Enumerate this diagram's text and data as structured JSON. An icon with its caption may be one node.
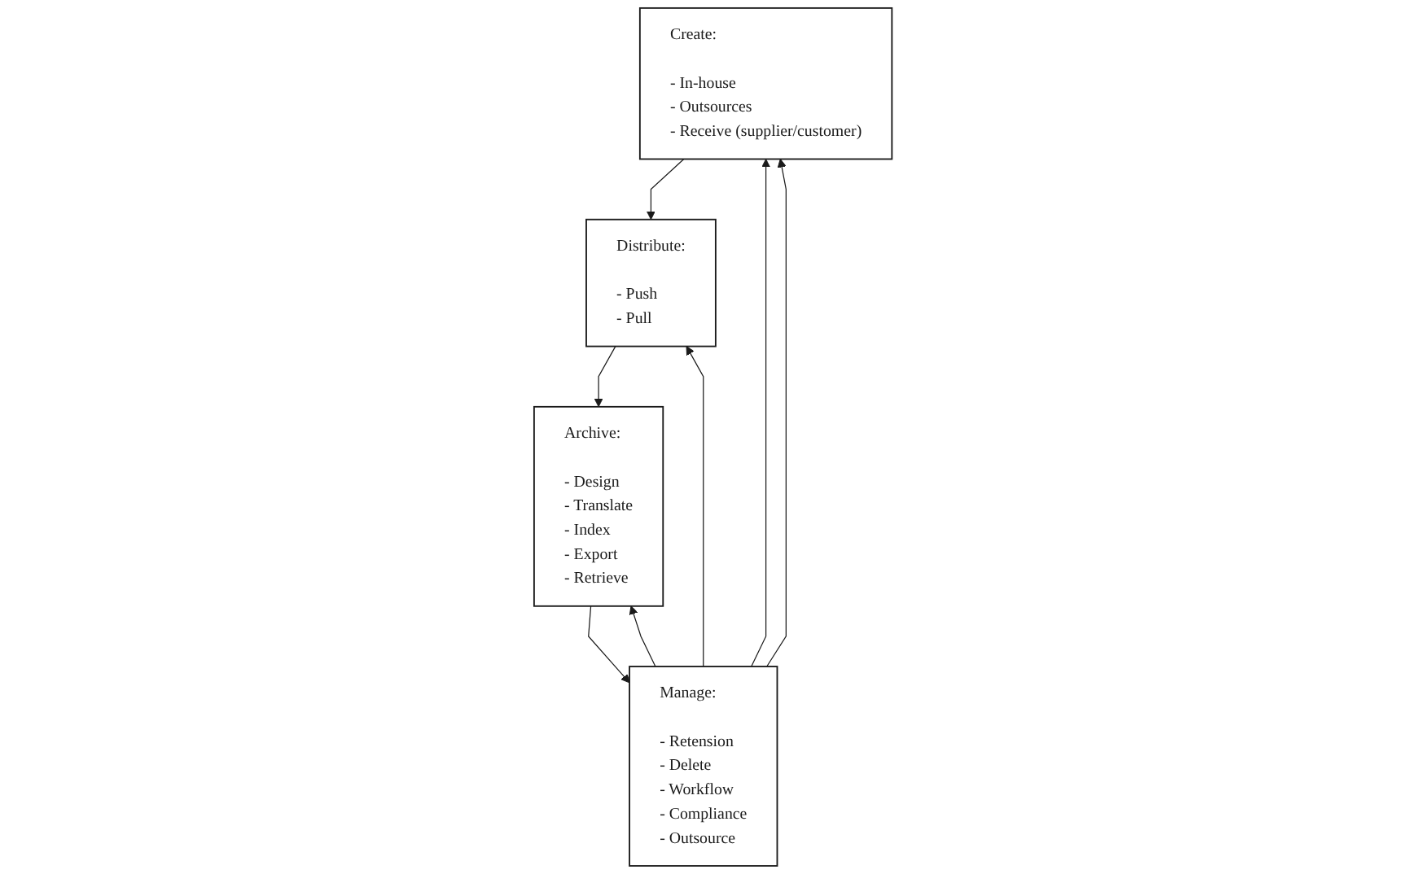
{
  "diagram": {
    "nodes": [
      {
        "text": [
          "Create:",
          "- In-house",
          "- Outsources",
          "- Receive (supplier/customer)"
        ]
      },
      {
        "text": [
          "Distribute:",
          "- Push",
          "- Pull"
        ]
      },
      {
        "text": [
          "Archive:",
          "- Design",
          "- Translate",
          "- Index",
          "- Export",
          "- Retrieve"
        ]
      },
      {
        "text": [
          "Manage:",
          "- Retension",
          "- Delete",
          "- Workflow",
          "- Compliance",
          "- Outsource"
        ]
      }
    ],
    "edges": [
      {
        "from": 0,
        "to": 1,
        "arrow": "to"
      },
      {
        "from": 1,
        "to": 2,
        "arrow": "to"
      },
      {
        "from": 2,
        "to": 3,
        "arrow": "to"
      },
      {
        "from": 3,
        "to": 0,
        "arrow": "to"
      },
      {
        "from": 3,
        "to": 1,
        "arrow": "to"
      },
      {
        "from": 3,
        "to": 2,
        "arrow": "to"
      },
      {
        "from": 3,
        "to": 0,
        "arrow": "to"
      }
    ]
  }
}
